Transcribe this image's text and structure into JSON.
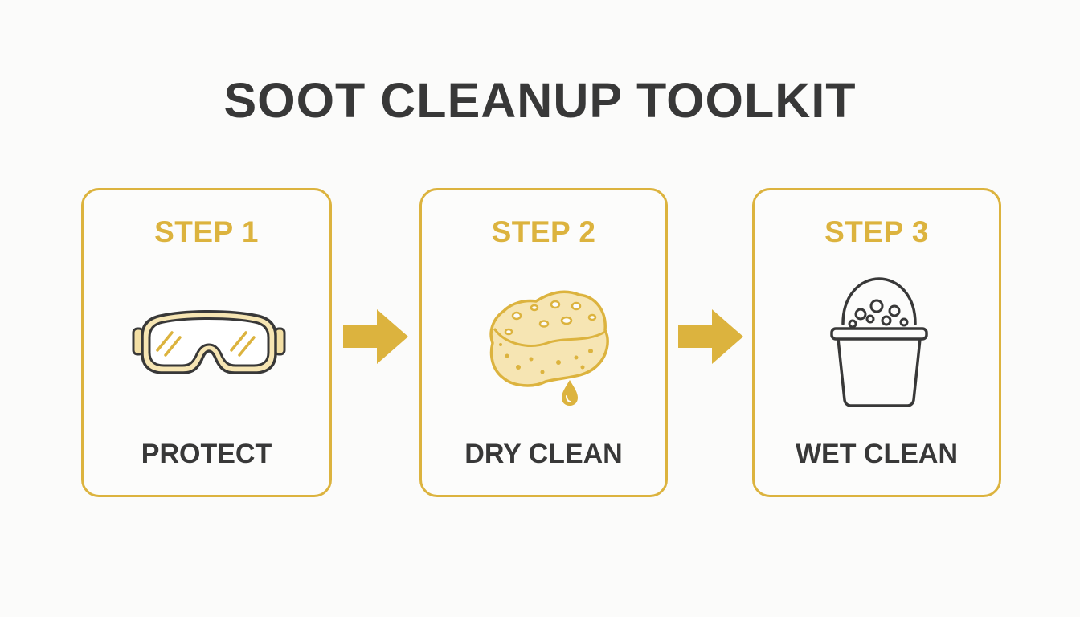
{
  "title": "SOOT CLEANUP TOOLKIT",
  "colors": {
    "accent": "#dcb33e",
    "text": "#383838",
    "background": "#fbfbfa"
  },
  "steps": [
    {
      "step": "STEP 1",
      "action": "PROTECT",
      "icon": "goggles-icon"
    },
    {
      "step": "STEP 2",
      "action": "DRY CLEAN",
      "icon": "sponge-icon"
    },
    {
      "step": "STEP 3",
      "action": "WET CLEAN",
      "icon": "bucket-icon"
    }
  ],
  "connectors": [
    "arrow-right-icon",
    "arrow-right-icon"
  ]
}
